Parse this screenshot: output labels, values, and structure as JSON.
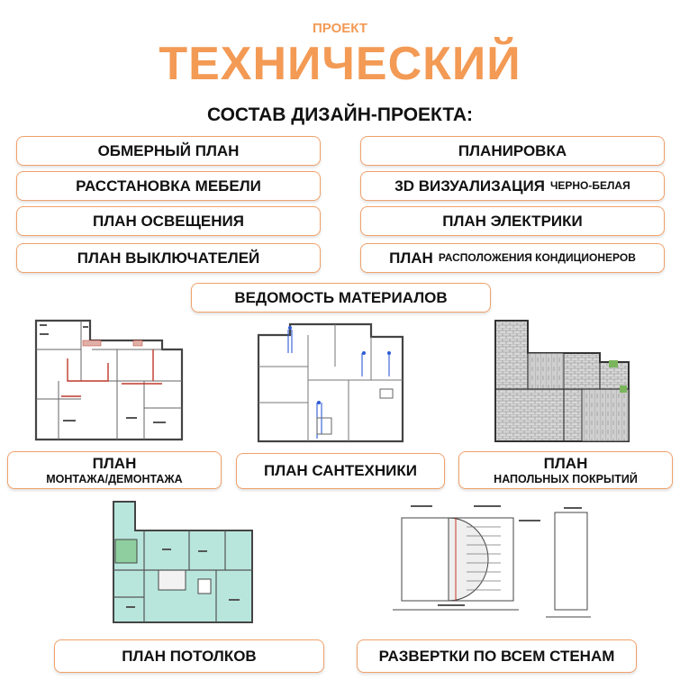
{
  "header": {
    "kicker": "ПРОЕКТ",
    "title": "ТЕХНИЧЕСКИЙ",
    "subtitle": "СОСТАВ ДИЗАЙН-ПРОЕКТА:"
  },
  "items": {
    "measure": "ОБМЕРНЫЙ ПЛАН",
    "layout": "ПЛАНИРОВКА",
    "furniture": "РАССТАНОВКА МЕБЕЛИ",
    "viz_main": "3D ВИЗУАЛИЗАЦИЯ",
    "viz_small": "ЧЕРНО-БЕЛАЯ",
    "lighting": "ПЛАН ОСВЕЩЕНИЯ",
    "electric": "ПЛАН ЭЛЕКТРИКИ",
    "switches": "ПЛАН ВЫКЛЮЧАТЕЛЕЙ",
    "ac_main": "ПЛАН",
    "ac_small": "РАСПОЛОЖЕНИЯ КОНДИЦИОНЕРОВ",
    "materials": "ВЕДОМОСТЬ  МАТЕРИАЛОВ"
  },
  "drawings": {
    "demolition_main": "ПЛАН",
    "demolition_sub": "МОНТАЖА/ДЕМОНТАЖА",
    "plumbing": "ПЛАН САНТЕХНИКИ",
    "floor_main": "ПЛАН",
    "floor_sub": "НАПОЛЬНЫХ ПОКРЫТИЙ",
    "ceiling": "ПЛАН ПОТОЛКОВ",
    "walls": "РАЗВЕРТКИ ПО ВСЕМ СТЕНАМ"
  },
  "colors": {
    "accent": "#f39a55",
    "border": "#f0a16a",
    "ceiling_fill": "#b8e6dc"
  }
}
